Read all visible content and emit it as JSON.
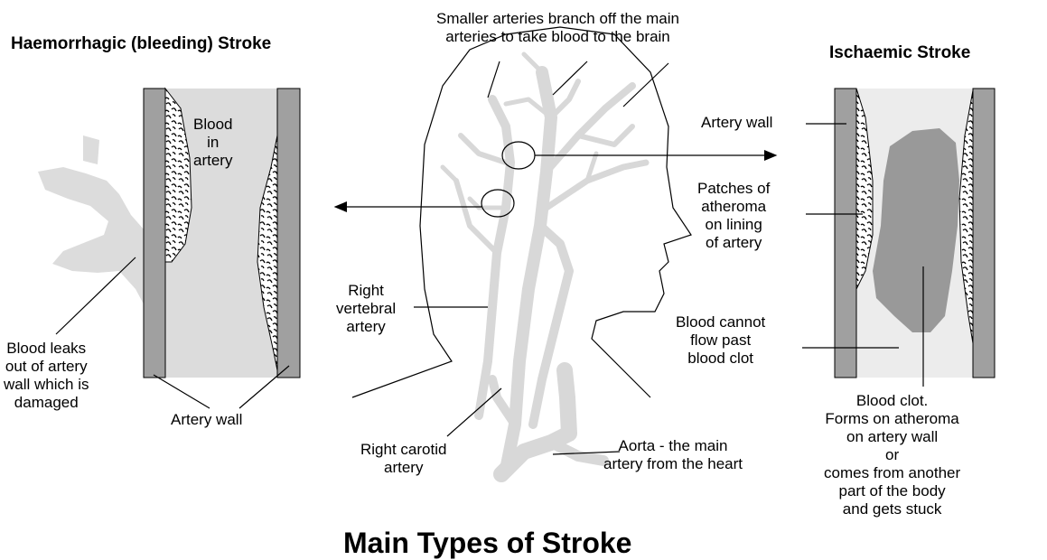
{
  "title": "Main Types of Stroke",
  "left_panel": {
    "heading": "Haemorrhagic (bleeding) Stroke",
    "blood_in_artery": "Blood\nin\nartery",
    "blood_leaks": "Blood leaks\nout of artery\nwall which is\ndamaged",
    "artery_wall": "Artery wall"
  },
  "right_panel": {
    "heading": "Ischaemic Stroke",
    "artery_wall": "Artery wall",
    "patches": "Patches of\natheroma\non lining\nof artery",
    "blood_cannot_flow": "Blood cannot\nflow past\nblood clot",
    "blood_clot": "Blood clot.\nForms on atheroma\non artery wall\nor\ncomes from another\npart of the body\nand gets stuck"
  },
  "center": {
    "smaller_arteries": "Smaller arteries branch off the main\narteries to take blood to the brain",
    "right_vertebral": "Right\nvertebral\nartery",
    "right_carotid": "Right carotid\nartery",
    "aorta": "Aorta - the main\nartery from the heart"
  },
  "colors": {
    "artery_wall": "#a0a0a0",
    "blood": "#dcdcdc",
    "clot": "#999999",
    "vessels": "#d8d8d8",
    "line": "#000000"
  }
}
